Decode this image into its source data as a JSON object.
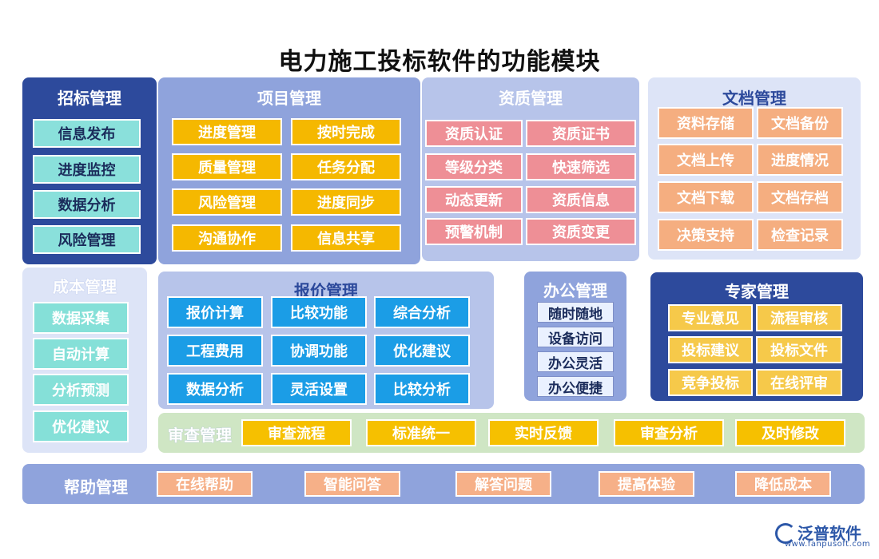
{
  "title": "电力施工投标软件的功能模块",
  "zhaobiao": {
    "title": "招标管理",
    "items": [
      "信息发布",
      "进度监控",
      "数据分析",
      "风险管理"
    ]
  },
  "xiangmu": {
    "title": "项目管理",
    "items": [
      "进度管理",
      "按时完成",
      "质量管理",
      "任务分配",
      "风险管理",
      "进度同步",
      "沟通协作",
      "信息共享"
    ]
  },
  "zizhi": {
    "title": "资质管理",
    "items": [
      "资质认证",
      "资质证书",
      "等级分类",
      "快速筛选",
      "动态更新",
      "资质信息",
      "预警机制",
      "资质变更"
    ]
  },
  "wendang": {
    "title": "文档管理",
    "items": [
      "资料存储",
      "文档备份",
      "文档上传",
      "进度情况",
      "文档下载",
      "文档存档",
      "决策支持",
      "检查记录"
    ]
  },
  "chengben": {
    "title": "成本管理",
    "items": [
      "数据采集",
      "自动计算",
      "分析预测",
      "优化建议"
    ]
  },
  "baojia": {
    "title": "报价管理",
    "items": [
      "报价计算",
      "比较功能",
      "综合分析",
      "工程费用",
      "协调功能",
      "优化建议",
      "数据分析",
      "灵活设置",
      "比较分析"
    ]
  },
  "bangong": {
    "title": "办公管理",
    "items": [
      "随时随地",
      "设备访问",
      "办公灵活",
      "办公便捷"
    ]
  },
  "zhuanjia": {
    "title": "专家管理",
    "items": [
      "专业意见",
      "流程审核",
      "投标建议",
      "投标文件",
      "竞争投标",
      "在线评审"
    ]
  },
  "shencha": {
    "title": "审查管理",
    "items": [
      "审查流程",
      "标准统一",
      "实时反馈",
      "审查分析",
      "及时修改"
    ]
  },
  "bangzhu": {
    "title": "帮助管理",
    "items": [
      "在线帮助",
      "智能问答",
      "解答问题",
      "提高体验",
      "降低成本"
    ]
  },
  "logo": {
    "name": "泛普软件",
    "url": "www.fanpusoft.com"
  },
  "colors": {
    "navy": "#2d4a9c",
    "periwinkle": "#8fa3dc",
    "lightPeri": "#b7c4ea",
    "pale": "#dde4f7",
    "green": "#cfe6c4"
  }
}
